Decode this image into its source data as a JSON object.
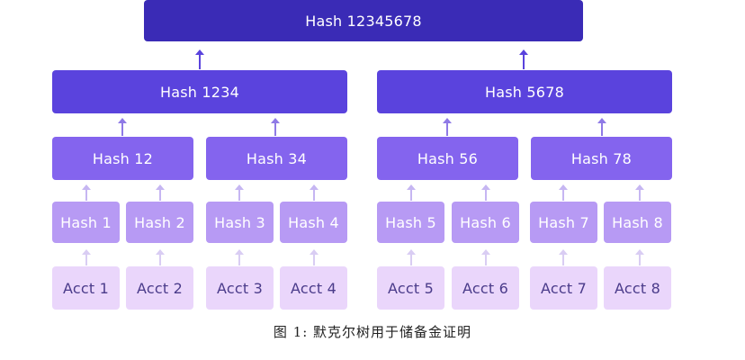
{
  "tree": {
    "root": "Hash 12345678",
    "level1": [
      "Hash 1234",
      "Hash 5678"
    ],
    "level2": [
      "Hash 12",
      "Hash 34",
      "Hash 56",
      "Hash 78"
    ],
    "level3": [
      "Hash 1",
      "Hash 2",
      "Hash 3",
      "Hash 4",
      "Hash 5",
      "Hash 6",
      "Hash 7",
      "Hash 8"
    ],
    "leaves": [
      "Acct 1",
      "Acct 2",
      "Acct 3",
      "Acct 4",
      "Acct 5",
      "Acct 6",
      "Acct 7",
      "Acct 8"
    ]
  },
  "caption": "图 1: 默克尔树用于储备金证明",
  "colors": {
    "root": "#3a2bb6",
    "level1": "#5a43dd",
    "level2": "#8464ee",
    "level3": "#b79af4",
    "leaf": "#ead6fb"
  }
}
